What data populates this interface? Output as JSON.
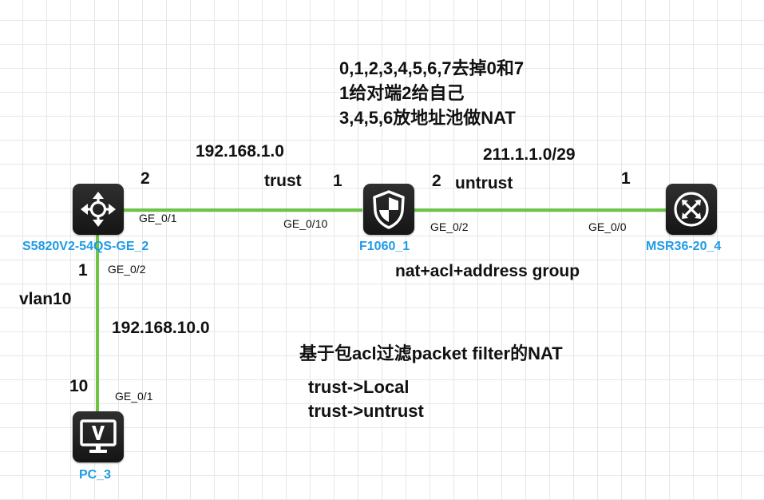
{
  "devices": {
    "switch": {
      "name": "S5820V2-54QS-GE_2"
    },
    "firewall": {
      "name": "F1060_1"
    },
    "router": {
      "name": "MSR36-20_4"
    },
    "pc": {
      "name": "PC_3"
    }
  },
  "ports": {
    "sw_ge01": "GE_0/1",
    "sw_ge02": "GE_0/2",
    "fw_ge010": "GE_0/10",
    "fw_ge02": "GE_0/2",
    "rt_ge00": "GE_0/0",
    "pc_ge01": "GE_0/1"
  },
  "labels": {
    "net_192_1": "192.168.1.0",
    "trust": "trust",
    "untrust": "untrust",
    "net_211": "211.1.1.0/29",
    "net_192_10": "192.168.10.0",
    "vlan10": "vlan10",
    "num_sw_top": "2",
    "num_fw_left": "1",
    "num_fw_right": "2",
    "num_rt": "1",
    "num_sw_bottom": "1",
    "num_pc": "10",
    "nat_acl": "nat+acl+address group"
  },
  "notes": {
    "top": [
      "0,1,2,3,4,5,6,7去掉0和7",
      "1给对端2给自己",
      "3,4,5,6放地址池做NAT"
    ],
    "bottom_title": "基于包acl过滤packet filter的NAT",
    "bottom": [
      "trust->Local",
      "trust->untrust"
    ]
  },
  "colors": {
    "link": "#6cc644",
    "device_label": "#1e9be6",
    "device_body": "#1f1f1f"
  },
  "icons": {
    "switch": "switch-arrows-icon",
    "firewall": "firewall-shield-icon",
    "router": "router-x-arrows-icon",
    "pc": "monitor-v-icon"
  }
}
